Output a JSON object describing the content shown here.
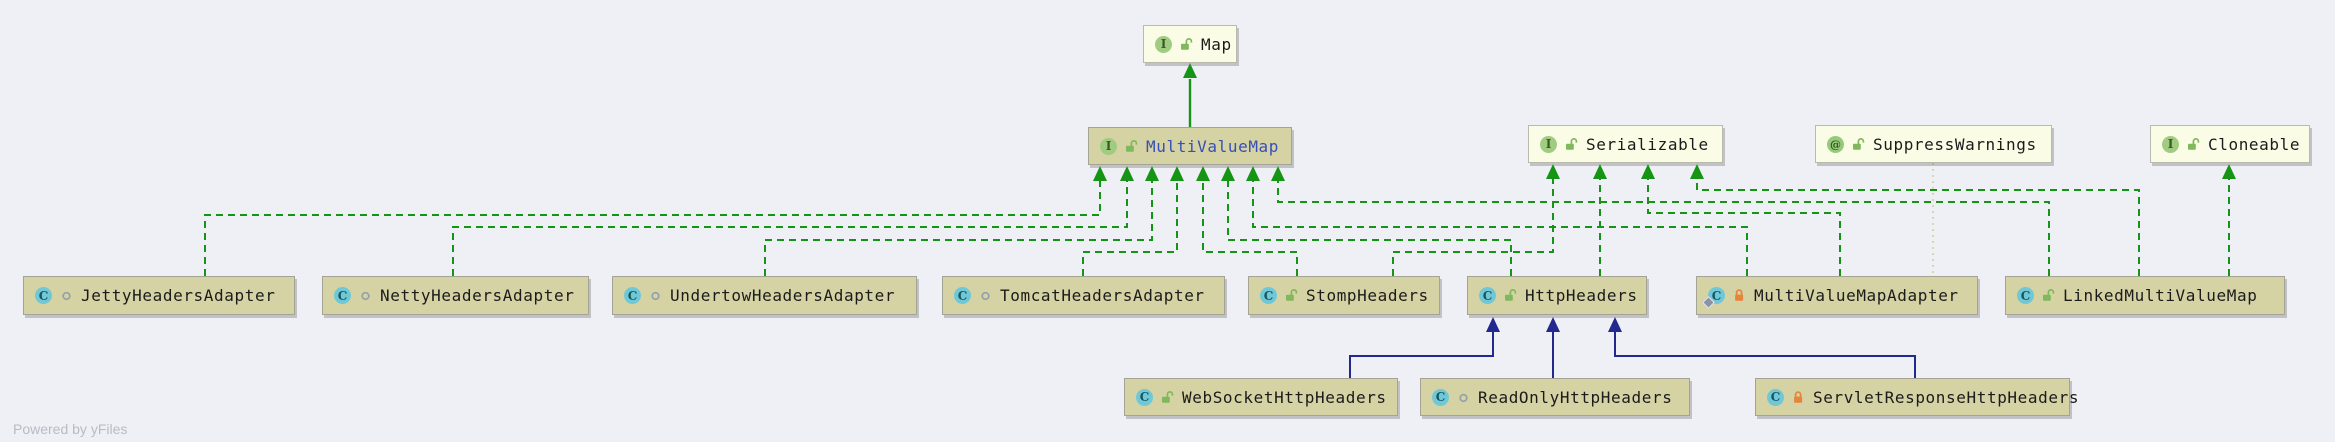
{
  "watermark": "Powered by yFiles",
  "colors": {
    "canvas": "#eef0f5",
    "project_node_fill": "#d5d2a4",
    "library_node_fill": "#fbfce6",
    "implements_edge_green": "#169416",
    "extends_edge_navy": "#23288e",
    "annotation_edge_dotted": "#cdd298",
    "highlight_label_blue": "#3650b4",
    "label_color": "#1b1b1b",
    "class_icon_fill": "#70c8d7",
    "interface_icon_fill": "#a0cc82",
    "public_lock_green": "#7fb95c",
    "package_private_lock_orange": "#e8833a",
    "package_local_circle_gray": "#93a1a8"
  },
  "diagram": {
    "nodes": [
      {
        "id": "map",
        "label": "Map",
        "kind": "interface",
        "kind_icon": "interface-icon",
        "visibility": "public-open-lock",
        "style": "library",
        "accent": false
      },
      {
        "id": "multiValueMap",
        "label": "MultiValueMap",
        "kind": "interface",
        "kind_icon": "interface-icon",
        "visibility": "public-open-lock",
        "style": "project",
        "accent": true
      },
      {
        "id": "serializable",
        "label": "Serializable",
        "kind": "interface",
        "kind_icon": "interface-icon",
        "visibility": "public-open-lock",
        "style": "library",
        "accent": false
      },
      {
        "id": "suppressWarnings",
        "label": "SuppressWarnings",
        "kind": "annotation",
        "kind_icon": "annotation-icon",
        "visibility": "public-open-lock",
        "style": "library",
        "accent": false
      },
      {
        "id": "cloneable",
        "label": "Cloneable",
        "kind": "interface",
        "kind_icon": "interface-icon",
        "visibility": "public-open-lock",
        "style": "library",
        "accent": false
      },
      {
        "id": "jettyHeadersAdapter",
        "label": "JettyHeadersAdapter",
        "kind": "class",
        "kind_icon": "class-icon",
        "visibility": "package-circle",
        "style": "project",
        "accent": false
      },
      {
        "id": "nettyHeadersAdapter",
        "label": "NettyHeadersAdapter",
        "kind": "class",
        "kind_icon": "class-icon",
        "visibility": "package-circle",
        "style": "project",
        "accent": false
      },
      {
        "id": "undertowHeadersAdapter",
        "label": "UndertowHeadersAdapter",
        "kind": "class",
        "kind_icon": "class-icon",
        "visibility": "package-circle",
        "style": "project",
        "accent": false
      },
      {
        "id": "tomcatHeadersAdapter",
        "label": "TomcatHeadersAdapter",
        "kind": "class",
        "kind_icon": "class-icon",
        "visibility": "package-circle",
        "style": "project",
        "accent": false
      },
      {
        "id": "stompHeaders",
        "label": "StompHeaders",
        "kind": "class",
        "kind_icon": "class-icon",
        "visibility": "public-open-lock",
        "style": "project",
        "accent": false
      },
      {
        "id": "httpHeaders",
        "label": "HttpHeaders",
        "kind": "class",
        "kind_icon": "class-icon",
        "visibility": "public-open-lock",
        "style": "project",
        "accent": false
      },
      {
        "id": "multiValueMapAdapter",
        "label": "MultiValueMapAdapter",
        "kind": "class",
        "kind_icon": "class-icon-with-diamond",
        "visibility": "locked-orange",
        "style": "project",
        "accent": false
      },
      {
        "id": "linkedMultiValueMap",
        "label": "LinkedMultiValueMap",
        "kind": "class",
        "kind_icon": "class-icon",
        "visibility": "public-open-lock",
        "style": "project",
        "accent": false
      },
      {
        "id": "webSocketHttpHeaders",
        "label": "WebSocketHttpHeaders",
        "kind": "class",
        "kind_icon": "class-icon",
        "visibility": "public-open-lock",
        "style": "project",
        "accent": false
      },
      {
        "id": "readOnlyHttpHeaders",
        "label": "ReadOnlyHttpHeaders",
        "kind": "class",
        "kind_icon": "class-icon",
        "visibility": "package-circle",
        "style": "project",
        "accent": false
      },
      {
        "id": "servletResponseHttpHeaders",
        "label": "ServletResponseHttpHeaders",
        "kind": "class",
        "kind_icon": "class-icon",
        "visibility": "locked-orange",
        "style": "project",
        "accent": false
      }
    ],
    "edges": [
      {
        "from": "multiValueMap",
        "to": "map",
        "type": "extends-interface"
      },
      {
        "from": "jettyHeadersAdapter",
        "to": "multiValueMap",
        "type": "implements"
      },
      {
        "from": "nettyHeadersAdapter",
        "to": "multiValueMap",
        "type": "implements"
      },
      {
        "from": "undertowHeadersAdapter",
        "to": "multiValueMap",
        "type": "implements"
      },
      {
        "from": "tomcatHeadersAdapter",
        "to": "multiValueMap",
        "type": "implements"
      },
      {
        "from": "stompHeaders",
        "to": "multiValueMap",
        "type": "implements"
      },
      {
        "from": "httpHeaders",
        "to": "multiValueMap",
        "type": "implements"
      },
      {
        "from": "multiValueMapAdapter",
        "to": "multiValueMap",
        "type": "implements"
      },
      {
        "from": "linkedMultiValueMap",
        "to": "multiValueMap",
        "type": "implements"
      },
      {
        "from": "stompHeaders",
        "to": "serializable",
        "type": "implements"
      },
      {
        "from": "httpHeaders",
        "to": "serializable",
        "type": "implements"
      },
      {
        "from": "multiValueMapAdapter",
        "to": "serializable",
        "type": "implements"
      },
      {
        "from": "linkedMultiValueMap",
        "to": "serializable",
        "type": "implements"
      },
      {
        "from": "linkedMultiValueMap",
        "to": "cloneable",
        "type": "implements"
      },
      {
        "from": "suppressWarnings",
        "to": "multiValueMapAdapter",
        "type": "annotation"
      },
      {
        "from": "webSocketHttpHeaders",
        "to": "httpHeaders",
        "type": "extends-class"
      },
      {
        "from": "readOnlyHttpHeaders",
        "to": "httpHeaders",
        "type": "extends-class"
      },
      {
        "from": "servletResponseHttpHeaders",
        "to": "httpHeaders",
        "type": "extends-class"
      }
    ]
  }
}
